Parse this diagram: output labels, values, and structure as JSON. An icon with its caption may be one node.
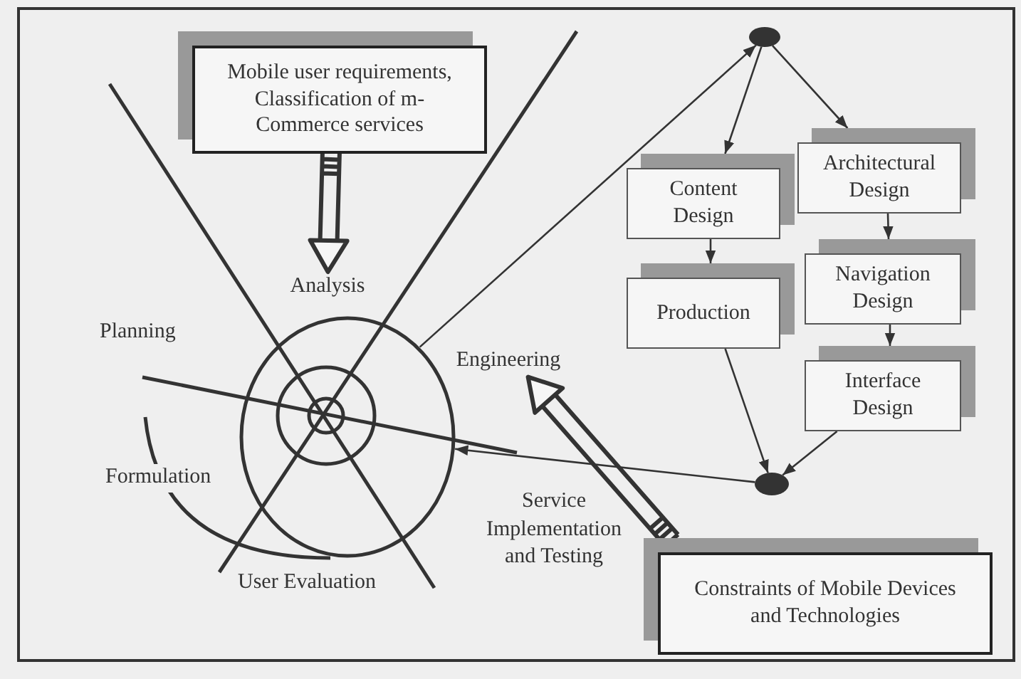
{
  "diagram": {
    "nodes": [
      {
        "text": [
          "Mobile user requirements, Classification of m-Commerce services"
        ]
      },
      {
        "text": [],
        "shape": "circle"
      },
      {
        "text": [
          "Content Design"
        ]
      },
      {
        "text": [
          "Architectural Design"
        ]
      },
      {
        "text": [
          "Analysis"
        ]
      },
      {
        "text": [
          "Navigation Design"
        ]
      },
      {
        "text": [
          "Production"
        ]
      },
      {
        "text": [],
        "shape": "circle"
      },
      {
        "text": [
          "Engineering"
        ]
      },
      {
        "text": [
          "Interface Design"
        ]
      },
      {
        "text": [],
        "shape": "circle"
      },
      {
        "text": [
          "Constraints of Mobile Devices and Technologies"
        ]
      }
    ],
    "edges": [
      {
        "from": 0,
        "to": 4,
        "arrow": "to",
        "style": "thick"
      },
      {
        "from": 7,
        "to": 1,
        "arrow": "to"
      },
      {
        "from": 1,
        "to": 2,
        "arrow": "to"
      },
      {
        "from": 1,
        "to": 3,
        "arrow": "to"
      },
      {
        "from": 2,
        "to": 6,
        "arrow": "to"
      },
      {
        "from": 3,
        "to": 5,
        "arrow": "to"
      },
      {
        "from": 5,
        "to": 9,
        "arrow": "to"
      },
      {
        "from": 6,
        "to": 10,
        "arrow": "to"
      },
      {
        "from": 9,
        "to": 10,
        "arrow": "to"
      },
      {
        "from": 10,
        "to": 7,
        "arrow": "to"
      },
      {
        "from": 11,
        "to": 8,
        "arrow": "to",
        "style": "thick"
      }
    ],
    "labels": [
      "Planning",
      "Formulation",
      "User Evaluation",
      "Service Implementation and Testing"
    ]
  }
}
